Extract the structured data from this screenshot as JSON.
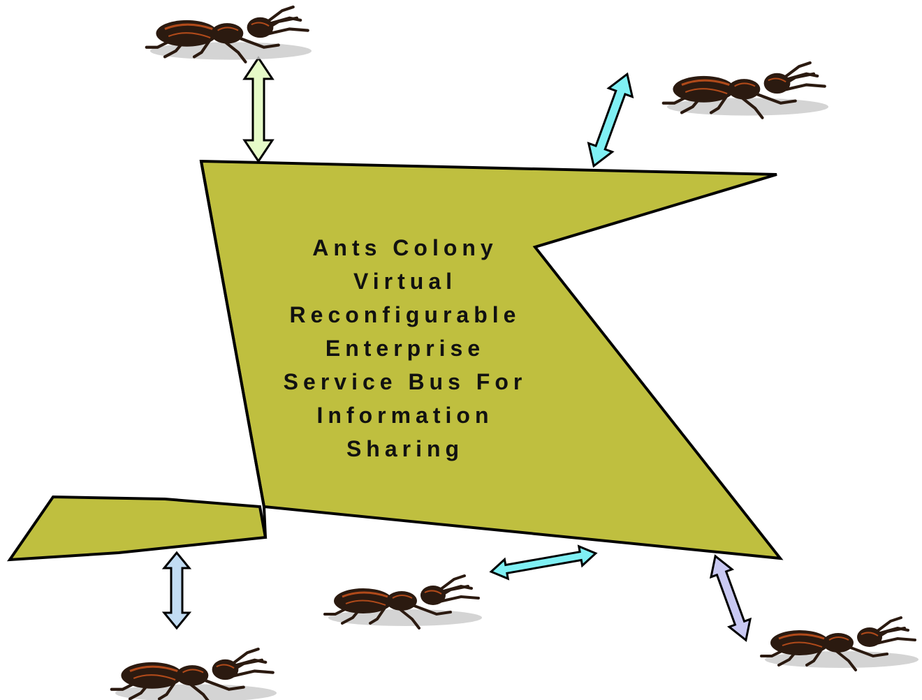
{
  "bus": {
    "title_lines": [
      "Ants Colony",
      "Virtual",
      "Reconfigurable",
      "Enterprise",
      "Service Bus For",
      "Information",
      "Sharing"
    ]
  },
  "nodes": [
    {
      "icon": "ant-icon",
      "label": "ant-top"
    },
    {
      "icon": "ant-icon",
      "label": "ant-top-right"
    },
    {
      "icon": "ant-icon",
      "label": "ant-bottom-center"
    },
    {
      "icon": "ant-icon",
      "label": "ant-bottom-right"
    },
    {
      "icon": "ant-icon",
      "label": "ant-bottom-left"
    }
  ],
  "colors": {
    "bus_fill": "#bfbf3f",
    "arrow_top": "#e6fbc8",
    "arrow_top_right": "#7ff0f4",
    "arrow_bottom_center": "#7ff0f4",
    "arrow_bottom_right": "#c9c9f2",
    "arrow_bottom_left": "#c2dcf3",
    "ant_body": "#2b1a10",
    "ant_accent": "#b04a1a",
    "ant_shadow": "#c9c9c9"
  }
}
